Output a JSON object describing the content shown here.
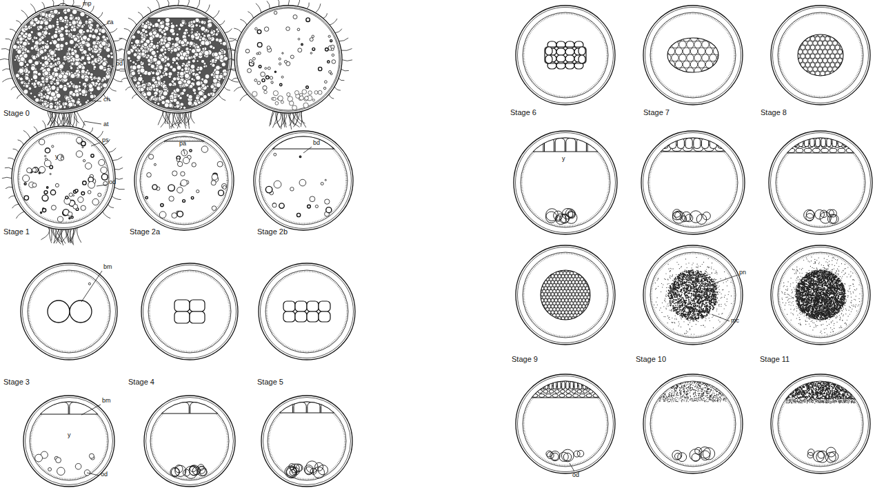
{
  "diagram": {
    "labels": [
      "Stage 0",
      "mp",
      "ca",
      "od",
      "ch",
      "at",
      "Stage 1",
      "ps",
      "y",
      "od",
      "Stage 2a",
      "pa",
      "Stage 2b",
      "bd",
      "Stage 3",
      "bm",
      "Stage 4",
      "Stage 5",
      "bm",
      "y",
      "od",
      "Stage 6",
      "Stage 7",
      "Stage 8",
      "y",
      "Stage 9",
      "Stage 10",
      "pn",
      "mc",
      "Stage 11",
      "od"
    ]
  }
}
